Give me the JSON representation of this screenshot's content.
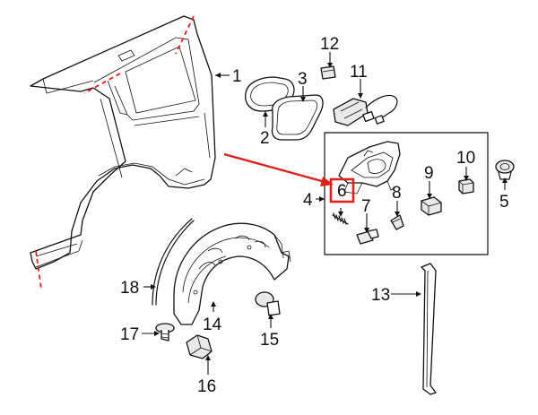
{
  "diagram": {
    "callouts": [
      {
        "id": "1",
        "label": "1"
      },
      {
        "id": "2",
        "label": "2"
      },
      {
        "id": "3",
        "label": "3"
      },
      {
        "id": "4",
        "label": "4"
      },
      {
        "id": "5",
        "label": "5"
      },
      {
        "id": "6",
        "label": "6"
      },
      {
        "id": "7",
        "label": "7"
      },
      {
        "id": "8",
        "label": "8"
      },
      {
        "id": "9",
        "label": "9"
      },
      {
        "id": "10",
        "label": "10"
      },
      {
        "id": "11",
        "label": "11"
      },
      {
        "id": "12",
        "label": "12"
      },
      {
        "id": "13",
        "label": "13"
      },
      {
        "id": "14",
        "label": "14"
      },
      {
        "id": "15",
        "label": "15"
      },
      {
        "id": "16",
        "label": "16"
      },
      {
        "id": "17",
        "label": "17"
      },
      {
        "id": "18",
        "label": "18"
      }
    ],
    "highlight": {
      "callout": "6",
      "color": "#e0201c"
    },
    "colors": {
      "line": "#111111",
      "accent": "#e0201c",
      "background": "#ffffff"
    }
  }
}
